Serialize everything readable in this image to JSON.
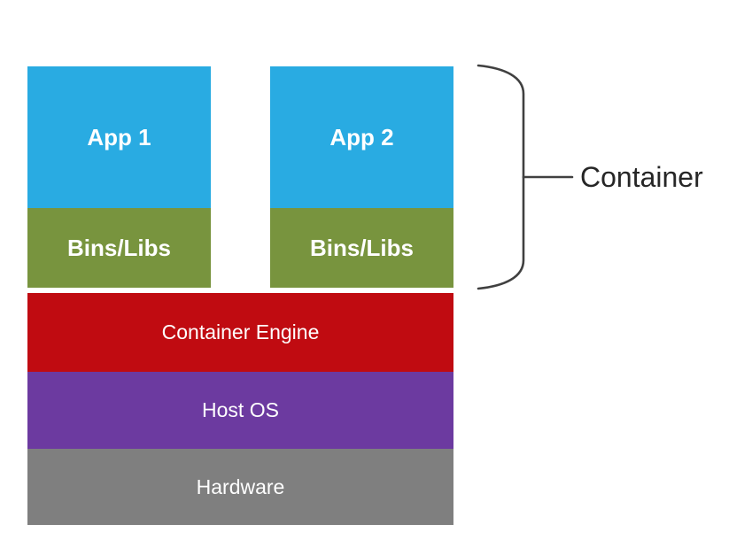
{
  "diagram": {
    "stacks": [
      {
        "app_label": "App 1",
        "libs_label": "Bins/Libs"
      },
      {
        "app_label": "App 2",
        "libs_label": "Bins/Libs"
      }
    ],
    "layers": [
      {
        "label": "Container Engine"
      },
      {
        "label": "Host OS"
      },
      {
        "label": "Hardware"
      }
    ],
    "annotation": {
      "label": "Container"
    },
    "colors": {
      "app_block": "#29ABE2",
      "libs_block": "#78943E",
      "container_engine": "#C00B11",
      "host_os": "#6C3AA0",
      "hardware": "#7F7F7F",
      "block_text": "#FFFFFF",
      "brace_stroke": "#404040",
      "annotation_text": "#262626",
      "background": "#FFFFFF"
    }
  }
}
